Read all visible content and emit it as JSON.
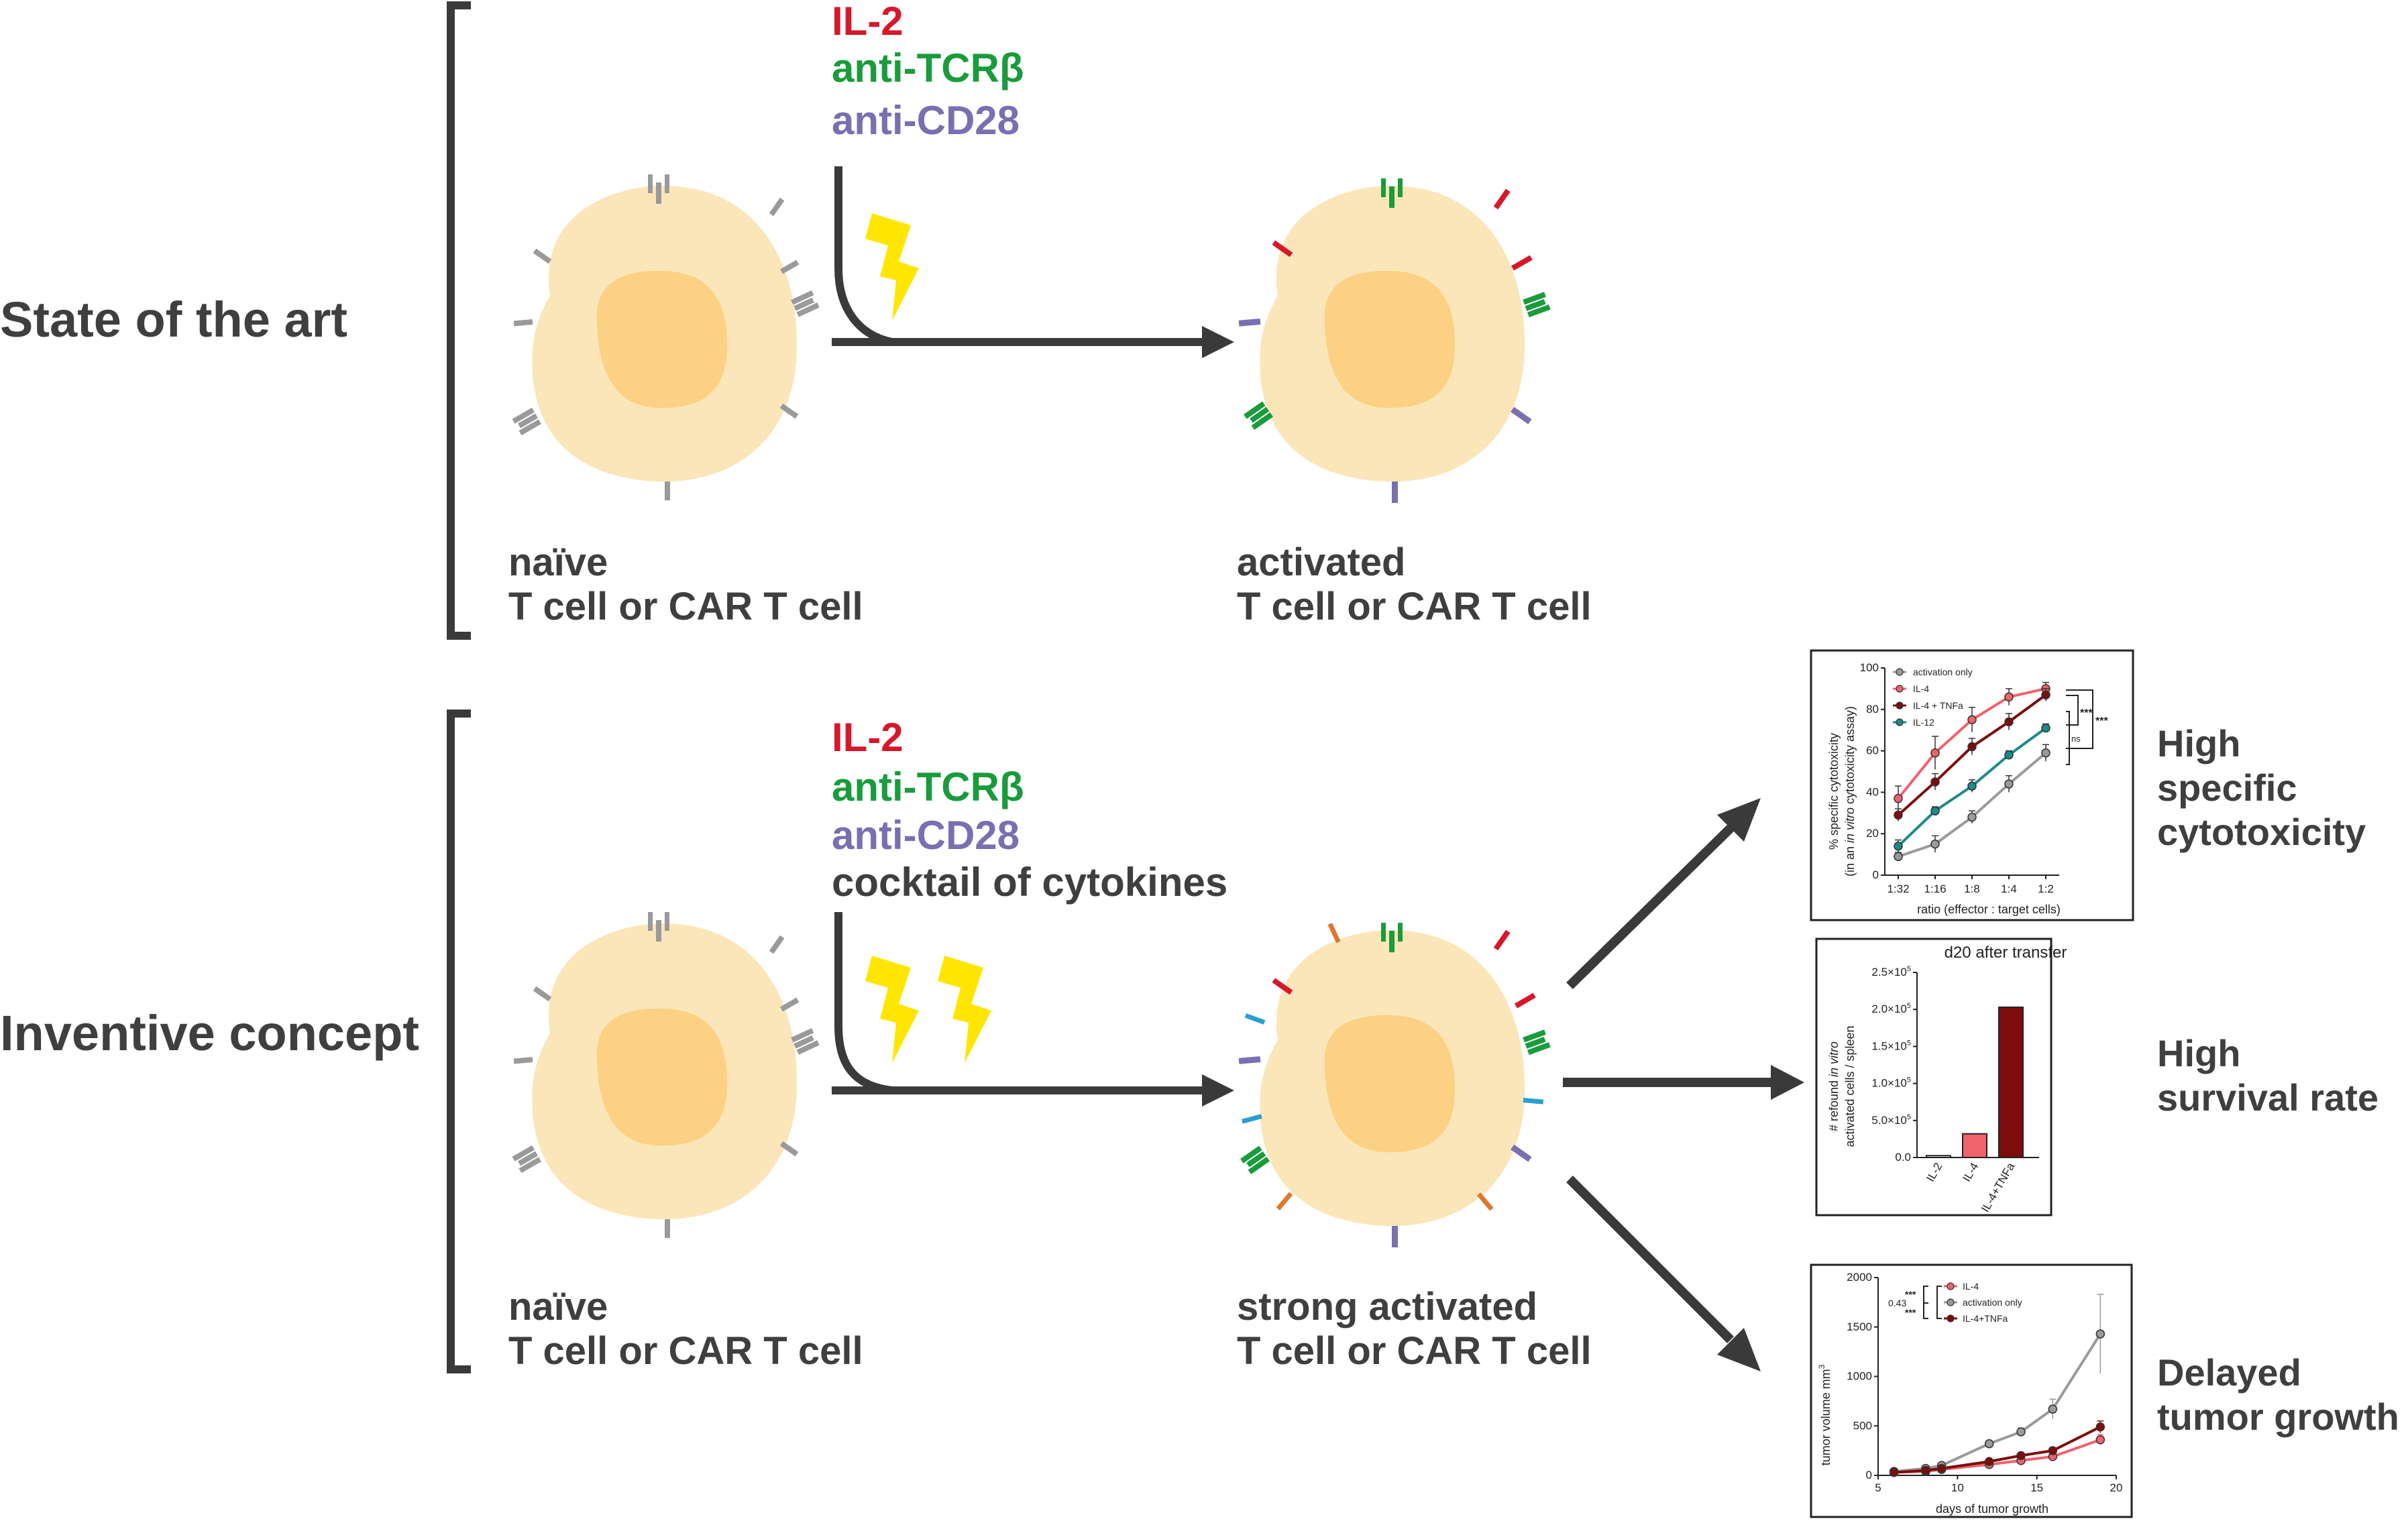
{
  "sections": {
    "top": "State of the art",
    "bottom": "Inventive concept"
  },
  "stimuli_top": {
    "il2": "IL-2",
    "tcr": "anti-TCRβ",
    "cd28": "anti-CD28"
  },
  "stimuli_bottom": {
    "il2": "IL-2",
    "tcr": "anti-TCRβ",
    "cd28": "anti-CD28",
    "cocktail": "cocktail of cytokines"
  },
  "captions": {
    "naive_top_1": "naïve",
    "naive_top_2": "T cell or CAR T cell",
    "activated_1": "activated",
    "activated_2": "T cell or CAR T cell",
    "naive_bottom_1": "naïve",
    "naive_bottom_2": "T cell or CAR T cell",
    "strong_1": "strong activated",
    "strong_2": "T cell or CAR T cell"
  },
  "outcomes": {
    "o1_1": "High",
    "o1_2": "specific",
    "o1_3": "cytotoxicity",
    "o2_1": "High",
    "o2_2": "survival rate",
    "o3_1": "Delayed",
    "o3_2": "tumor growth"
  },
  "colors": {
    "il2": "#d7182a",
    "tcr": "#1a9b3c",
    "cd28": "#7a6fb0",
    "text": "#3f3f3f",
    "cell": "#fae6b9",
    "nucleus": "#fcd183",
    "bolt": "#ffe600"
  },
  "chart_data": [
    {
      "type": "line",
      "ylabel_1": "% specific cytotoxicity",
      "ylabel_2a": "(in an ",
      "ylabel_2b": "in vitro",
      "ylabel_2c": " cytotoxicity assay)",
      "xlabel": "ratio (effector : target cells)",
      "categories": [
        "1:32",
        "1:16",
        "1:8",
        "1:4",
        "1:2"
      ],
      "ylim": [
        0,
        100
      ],
      "yticks": [
        "0",
        "20",
        "40",
        "60",
        "80",
        "100"
      ],
      "series": [
        {
          "name": "activation only",
          "color": "#9a9a9a",
          "values": [
            9,
            15,
            28,
            44,
            59
          ],
          "err": [
            2,
            4,
            3,
            4,
            4
          ]
        },
        {
          "name": "IL-4",
          "color": "#f0626c",
          "values": [
            37,
            59,
            75,
            86,
            90
          ],
          "err": [
            6,
            8,
            6,
            4,
            3
          ]
        },
        {
          "name": "IL-4 + TNFa",
          "color": "#7d0d0d",
          "values": [
            29,
            45,
            62,
            74,
            87
          ],
          "err": [
            3,
            4,
            4,
            4,
            3
          ]
        },
        {
          "name": "IL-12",
          "color": "#1b8a8a",
          "values": [
            14,
            31,
            43,
            58,
            71
          ],
          "err": [
            3,
            2,
            3,
            2,
            2
          ]
        }
      ],
      "sig": {
        "a": "***",
        "b": "***",
        "c": "ns"
      }
    },
    {
      "type": "bar",
      "title": "d20 after transfer",
      "ylabel_1": "# refound ",
      "ylabel_1b": "in vitro",
      "ylabel_2": "activated cells / spleen",
      "categories": [
        "IL-2",
        "IL-4",
        "IL-4+TNFa"
      ],
      "values": [
        25000,
        320000,
        2030000
      ],
      "colors": [
        "#ffffff",
        "#f0626c",
        "#7d0d0d"
      ],
      "ylim": [
        0,
        2500000
      ],
      "yticks": [
        "0.0",
        "5.0×10",
        "1.0×10",
        "1.5×10",
        "2.0×10",
        "2.5×10"
      ],
      "exp": "5"
    },
    {
      "type": "line",
      "ylabel": "tumor volume mm",
      "ylabel_sup": "3",
      "xlabel": "days of tumor growth",
      "ylim": [
        0,
        2000
      ],
      "xlim": [
        5,
        20
      ],
      "yticks": [
        "0",
        "500",
        "1000",
        "1500",
        "2000"
      ],
      "xticks": [
        "5",
        "10",
        "15",
        "20"
      ],
      "series": [
        {
          "name": "IL-4",
          "color": "#f0626c",
          "x": [
            6,
            8,
            9,
            12,
            14,
            16,
            19
          ],
          "values": [
            30,
            40,
            60,
            110,
            150,
            190,
            360
          ],
          "err": [
            5,
            8,
            8,
            15,
            20,
            25,
            50
          ]
        },
        {
          "name": "activation only",
          "color": "#9a9a9a",
          "x": [
            6,
            8,
            9,
            12,
            14,
            16,
            19
          ],
          "values": [
            40,
            70,
            100,
            320,
            440,
            670,
            1430
          ],
          "err": [
            8,
            10,
            15,
            30,
            40,
            100,
            400
          ]
        },
        {
          "name": "IL-4+TNFa",
          "color": "#7d0d0d",
          "x": [
            6,
            8,
            9,
            12,
            14,
            16,
            19
          ],
          "values": [
            30,
            50,
            70,
            140,
            200,
            250,
            490
          ],
          "err": [
            5,
            8,
            10,
            20,
            25,
            30,
            60
          ]
        }
      ],
      "sig": {
        "a": "***",
        "b": "***",
        "c": "0.43"
      }
    }
  ]
}
